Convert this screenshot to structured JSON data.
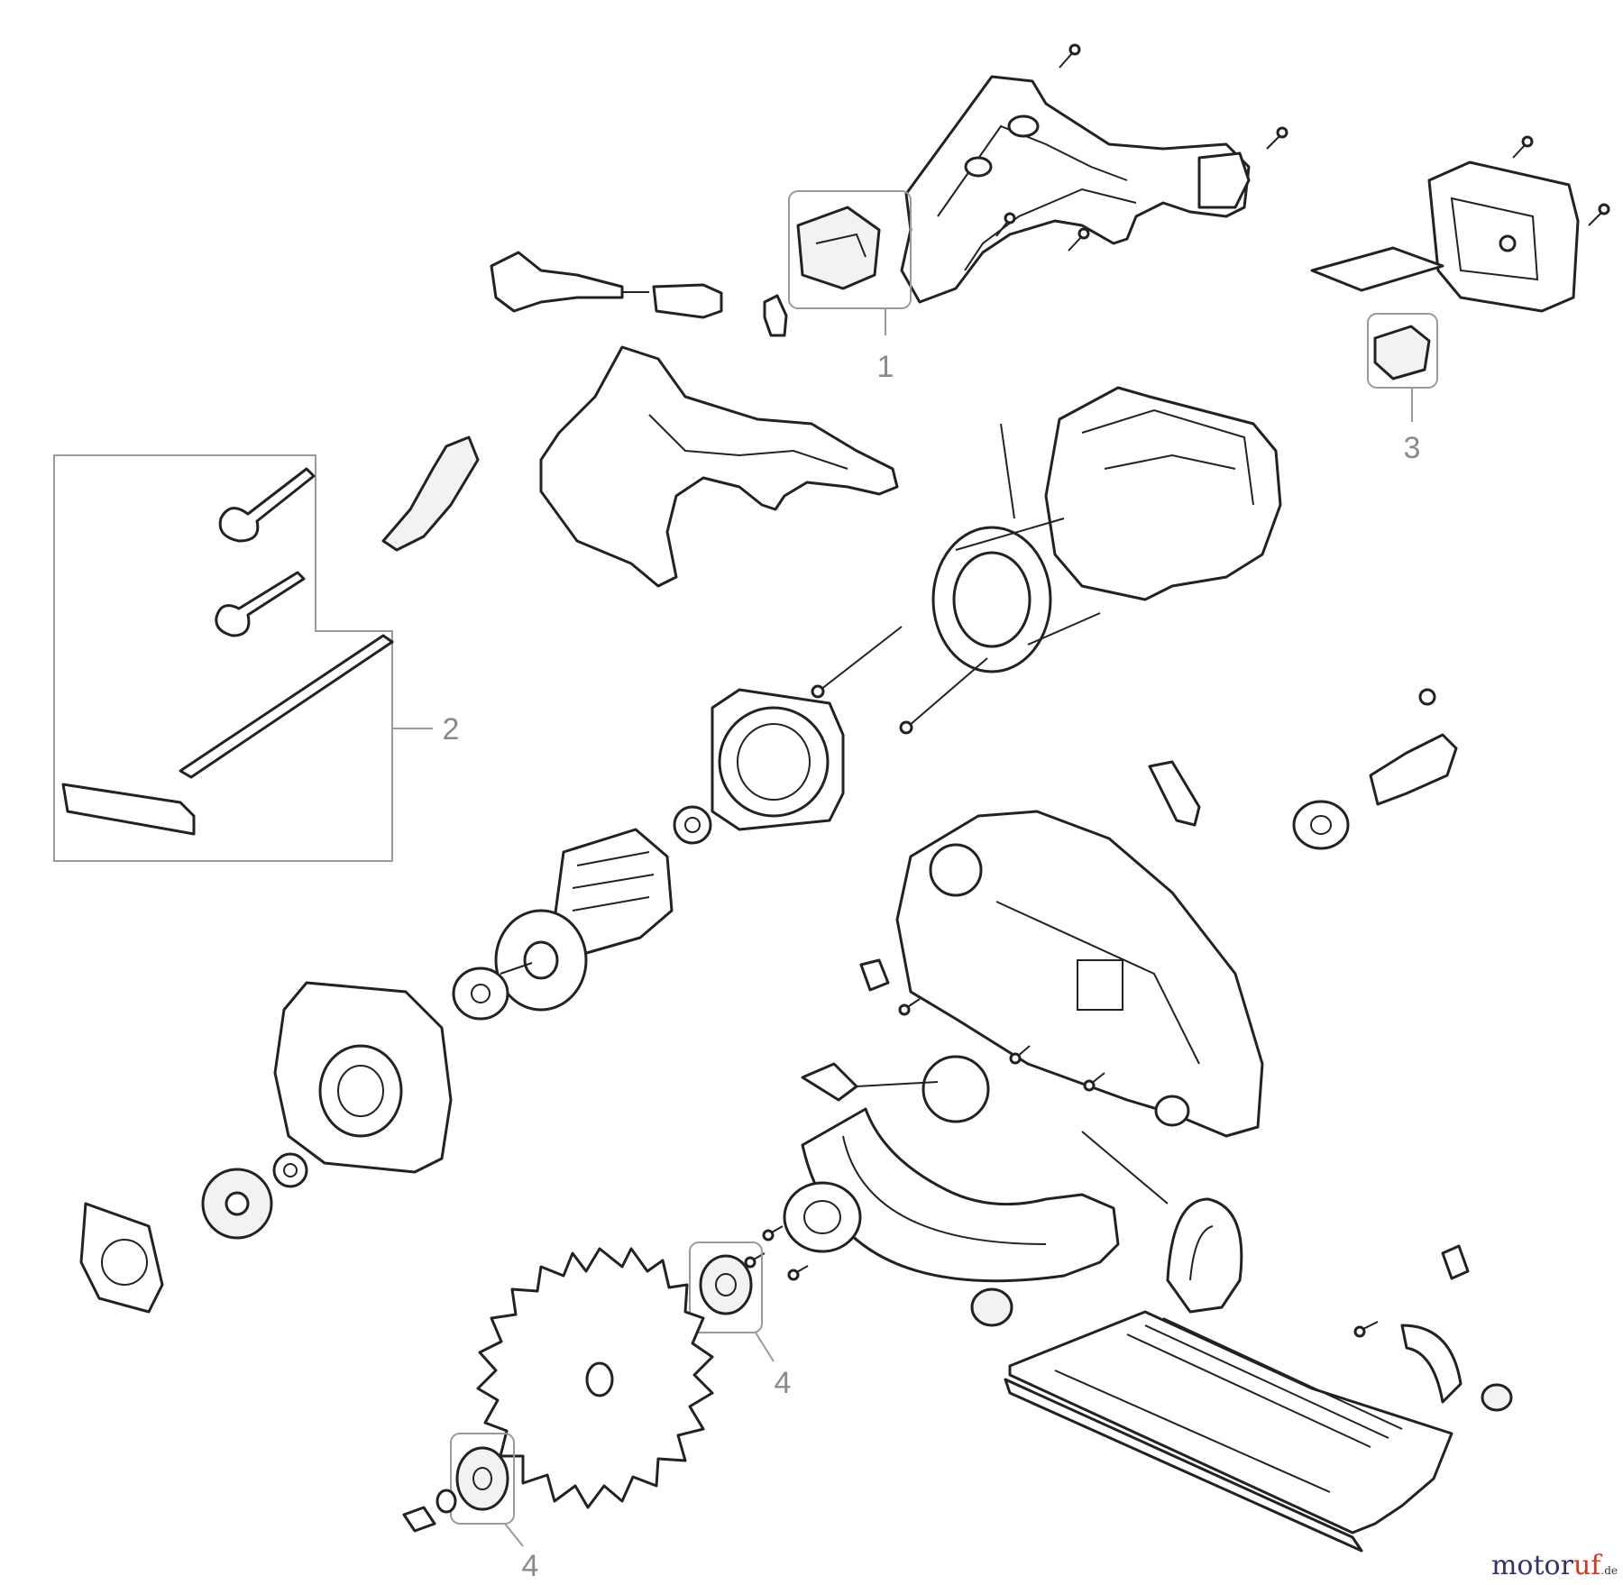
{
  "diagram": {
    "title": "",
    "callouts": [
      "1",
      "2",
      "3",
      "4",
      "4"
    ]
  },
  "brand": {
    "logo_text": "motoruf",
    "logo_accent": "uf",
    "logo_tld": ".de"
  },
  "colors": {
    "line": "#222222",
    "callout": "#9a9a9a",
    "brand_main": "#333366",
    "brand_accent": "#d23a1c"
  }
}
